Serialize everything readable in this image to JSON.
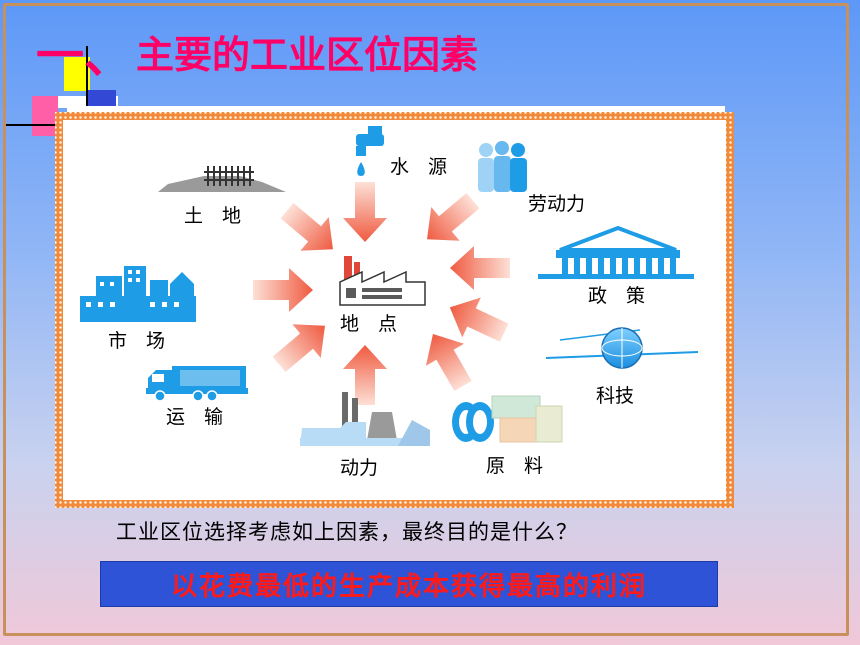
{
  "slide": {
    "title_number": "一、",
    "title": "主要的工业区位因素",
    "question": "工业区位选择考虑如上因素，最终目的是什么？",
    "answer": "以花费最低的生产成本获得最高的利润"
  },
  "diagram": {
    "center_label": "地　点",
    "factors": [
      {
        "id": "water",
        "label": "水　源",
        "icon": "water-tap-icon"
      },
      {
        "id": "labor",
        "label": "劳动力",
        "icon": "people-icon"
      },
      {
        "id": "policy",
        "label": "政　策",
        "icon": "government-building-icon"
      },
      {
        "id": "tech",
        "label": "科技",
        "icon": "satellite-icon"
      },
      {
        "id": "materials",
        "label": "原　料",
        "icon": "raw-materials-icon"
      },
      {
        "id": "power",
        "label": "动力",
        "icon": "power-plant-icon"
      },
      {
        "id": "transport",
        "label": "运　输",
        "icon": "truck-icon"
      },
      {
        "id": "market",
        "label": "市　场",
        "icon": "city-buildings-icon"
      },
      {
        "id": "land",
        "label": "土　地",
        "icon": "land-icon"
      }
    ]
  },
  "colors": {
    "title": "#ff0066",
    "panel_border": "#f28a3c",
    "arrow": "#f06a52",
    "icon_blue": "#1e9ce6",
    "answer_bg": "#2f53d6",
    "answer_text": "#ff1a1a"
  }
}
